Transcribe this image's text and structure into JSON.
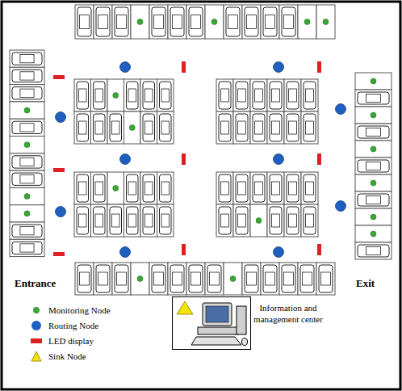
{
  "diagram": {
    "nodes": [
      {
        "text": [
          "Information and management center"
        ]
      }
    ],
    "labels": [
      "Entrance",
      "Exit"
    ],
    "legend": [
      {
        "text": "Monitoring Node",
        "color": "#3aa635"
      },
      {
        "text": "Routing Node",
        "color": "#1f5fbf"
      },
      {
        "text": "LED display",
        "color": "#e02020"
      },
      {
        "text": "Sink Node",
        "color": "#f5e20a"
      }
    ]
  }
}
